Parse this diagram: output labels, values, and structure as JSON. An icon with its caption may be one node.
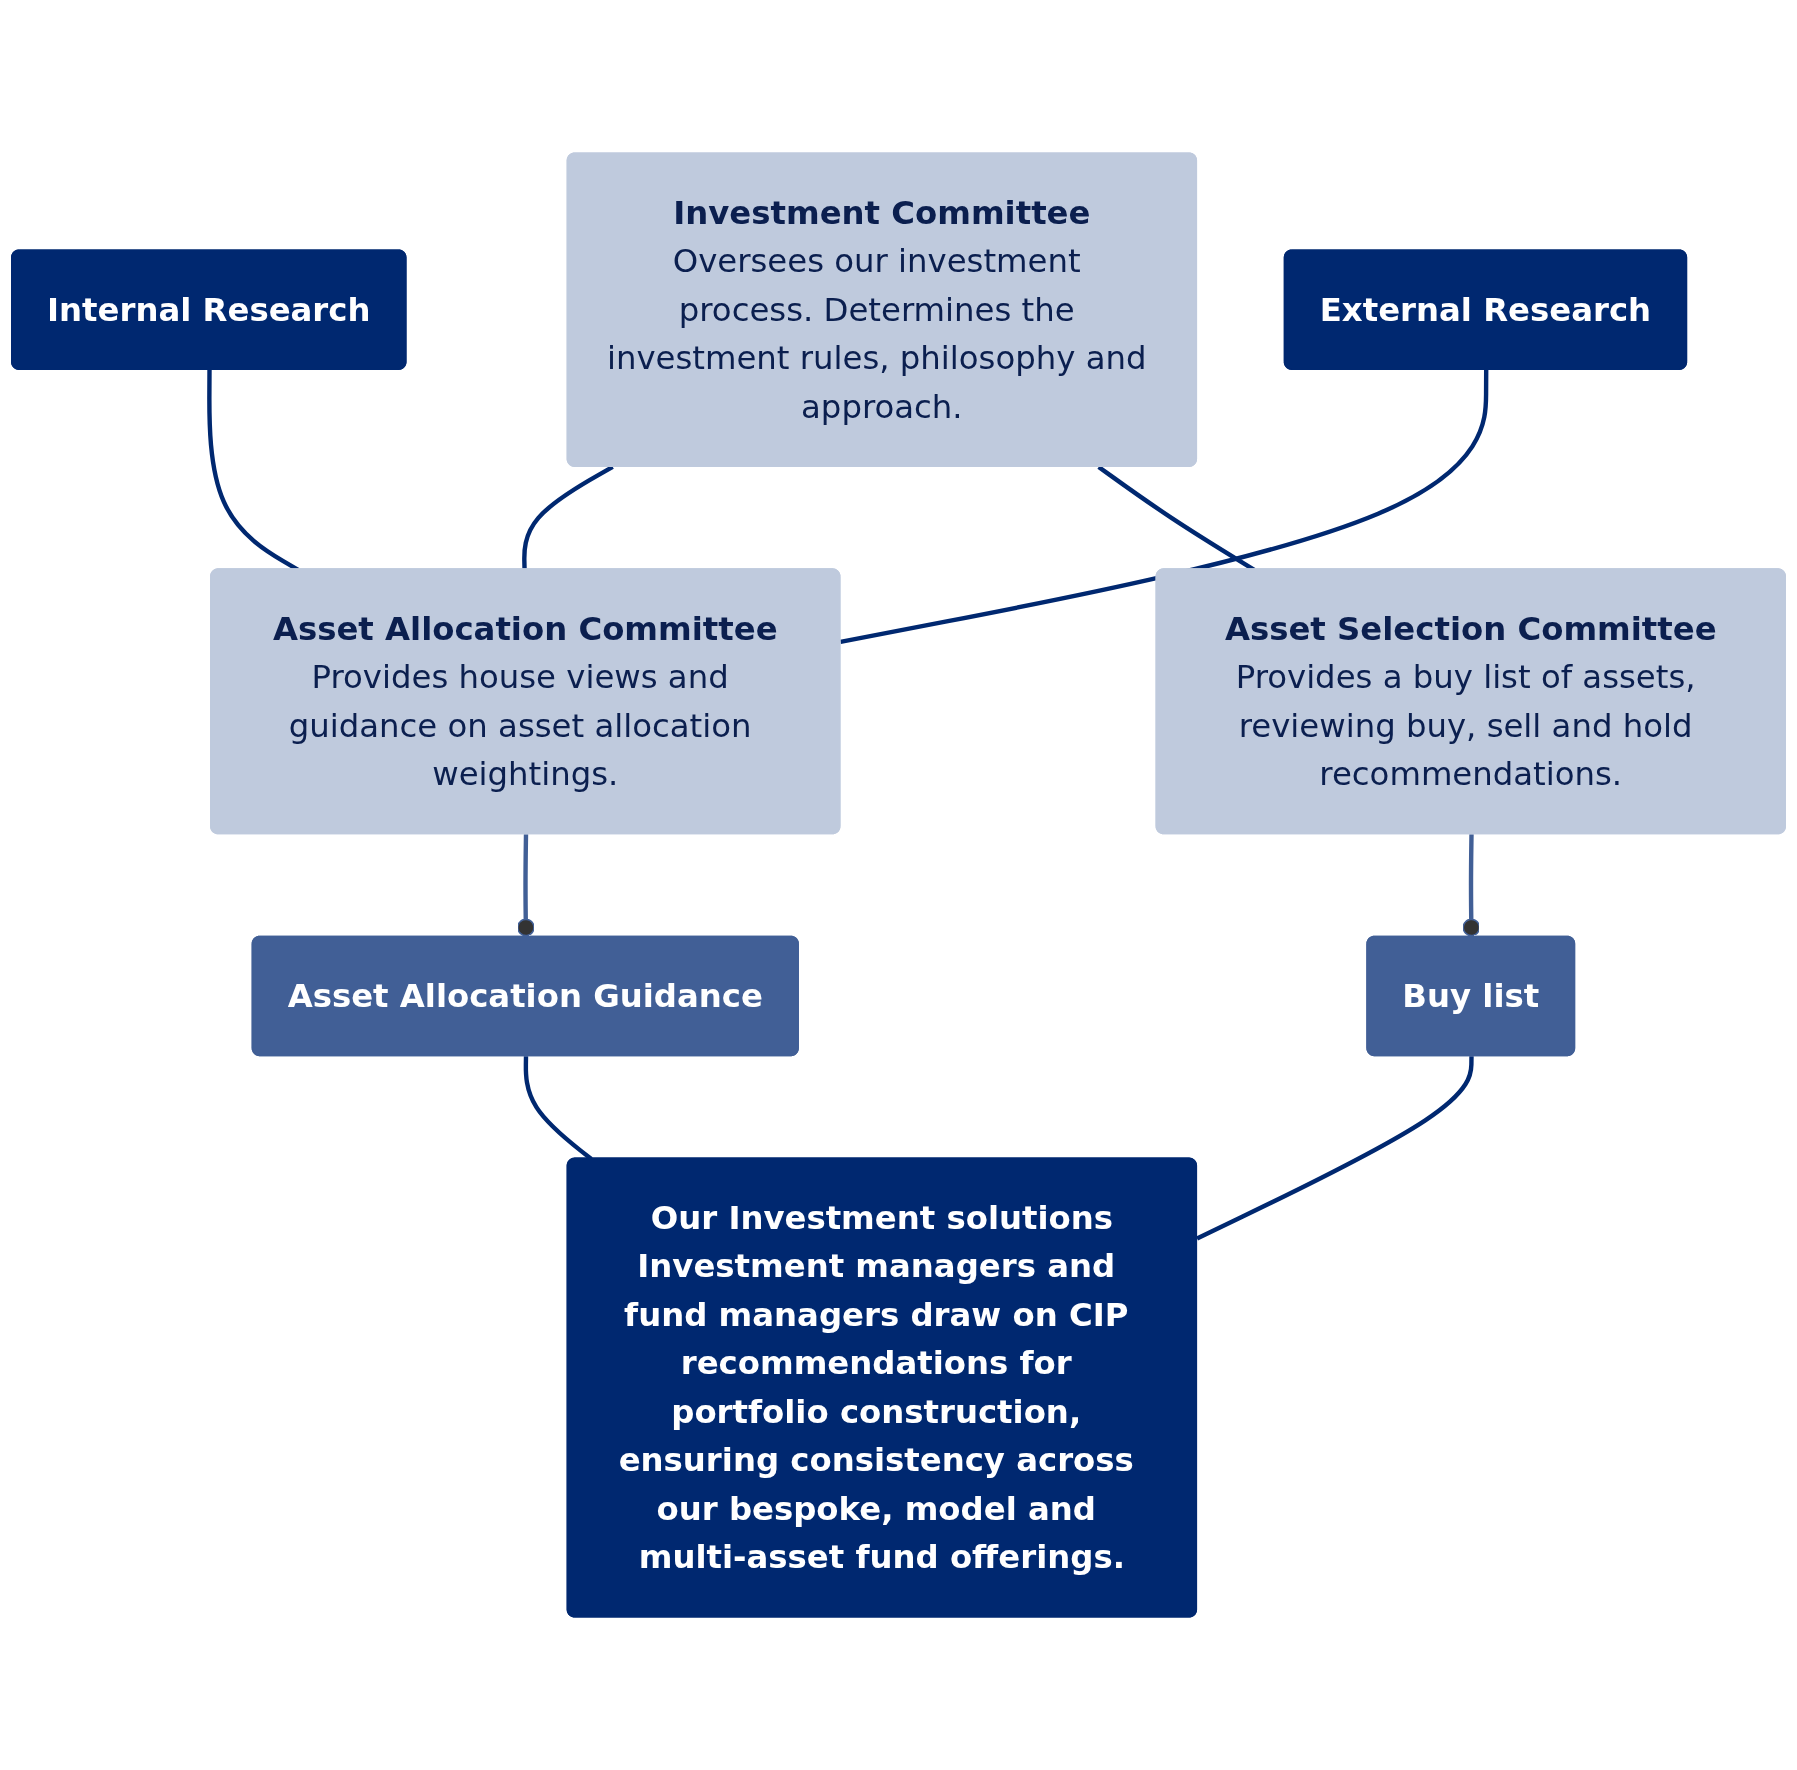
{
  "diagram": {
    "nodes": [
      {
        "text": [
          "Investment Committee",
          "Oversees our investment process. Determines the investment rules, philosophy and approach."
        ]
      },
      {
        "text": [
          "Internal Research"
        ]
      },
      {
        "text": [
          "External Research"
        ]
      },
      {
        "text": [
          "Asset Allocation Committee",
          "Provides house views and guidance on asset allocation weightings."
        ]
      },
      {
        "text": [
          "Asset Selection Committee",
          "Provides a buy list of assets, reviewing buy, sell and hold recommendations."
        ]
      },
      {
        "text": [
          "Asset Allocation Guidance"
        ]
      },
      {
        "text": [
          "Buy list"
        ]
      },
      {
        "text": [
          "Our Investment solutions",
          "Investment managers and fund managers draw on CIP recommendations for portfolio construction, ensuring consistency across our bespoke, model and multi-asset fund offerings."
        ]
      }
    ],
    "edges": [
      {
        "from": 0,
        "to": 3,
        "arrow": "none"
      },
      {
        "from": 0,
        "to": 4,
        "arrow": "none"
      },
      {
        "from": 1,
        "to": 3,
        "arrow": "none"
      },
      {
        "from": 2,
        "to": 3,
        "arrow": "none"
      },
      {
        "from": 3,
        "to": 5,
        "arrow": "other",
        "color": "#415f96"
      },
      {
        "from": 4,
        "to": 6,
        "arrow": "other",
        "color": "#415f96"
      },
      {
        "from": 5,
        "to": 7,
        "arrow": "none"
      },
      {
        "from": 6,
        "to": 7,
        "arrow": "none"
      }
    ]
  }
}
